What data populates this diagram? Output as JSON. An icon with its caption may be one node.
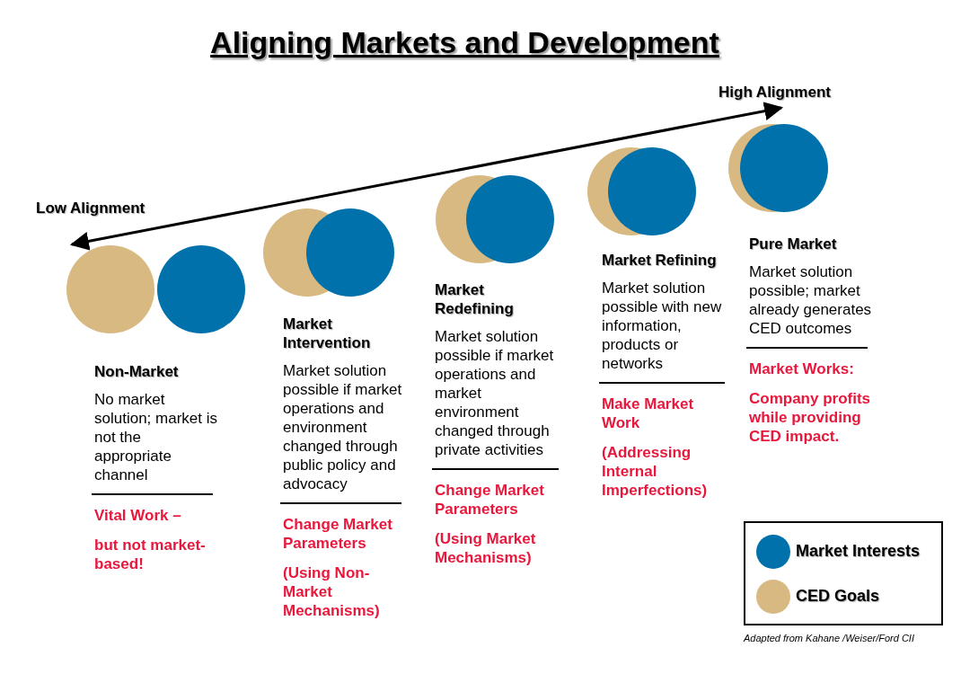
{
  "diagram": {
    "title": "Aligning Markets and Development",
    "caption": "Adapted from Kahane /Weiser/Ford CII",
    "labels": [
      "Low Alignment",
      "High Alignment",
      "Non-Market",
      "No market solution; market is not the appropriate channel",
      "Vital Work –",
      "but not market-based!",
      "Market Intervention",
      "Market solution possible if market operations and environment changed through public policy and advocacy",
      "Change Market Parameters",
      "(Using Non-Market Mechanisms)",
      "Market Redefining",
      "Market solution possible if market operations and market environment changed through private activities",
      "Change Market Parameters",
      "(Using Market Mechanisms)",
      "Market Refining",
      "Market solution possible with new information, products or networks",
      "Make Market Work",
      "(Addressing Internal Imperfections)",
      "Pure Market",
      "Market solution possible; market already generates CED outcomes",
      "Market Works:",
      "Company profits while providing CED impact."
    ],
    "legend": [
      {
        "text": "Market Interests",
        "color": "#0071ab"
      },
      {
        "text": "CED Goals",
        "color": "#d8b982"
      }
    ]
  }
}
